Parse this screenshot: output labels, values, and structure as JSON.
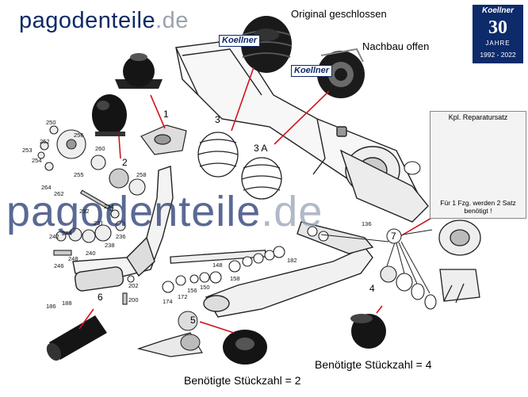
{
  "brand": {
    "part1": "pagodenteile",
    "part2": ".de"
  },
  "badge": {
    "brand": "Koellner",
    "number": "30",
    "label": "JAHRE",
    "years": "1992 - 2022"
  },
  "watermark_brand": "Koellner",
  "labels": {
    "original": "Original geschlossen",
    "nachbau": "Nachbau offen",
    "kit_title": "Kpl. Reparatursatz",
    "kit_note_line1": "Für 1 Fzg. werden 2 Satz",
    "kit_note_line2": "benötigt !",
    "count_left": "Benötigte Stückzahl = 2",
    "count_right": "Benötigte Stückzahl = 4"
  },
  "callouts": [
    "1",
    "2",
    "3",
    "3 A",
    "4",
    "5",
    "6",
    "7"
  ],
  "part_numbers": [
    "250",
    "252",
    "253",
    "254",
    "255",
    "256",
    "258",
    "260",
    "262",
    "264",
    "231",
    "232",
    "234",
    "236",
    "238",
    "240",
    "242",
    "244",
    "246",
    "248",
    "186",
    "188",
    "200",
    "202",
    "172",
    "174",
    "148",
    "150",
    "156",
    "158",
    "182",
    "136"
  ],
  "colors": {
    "navy": "#0d2a6a",
    "callout_line": "#d0141e"
  }
}
